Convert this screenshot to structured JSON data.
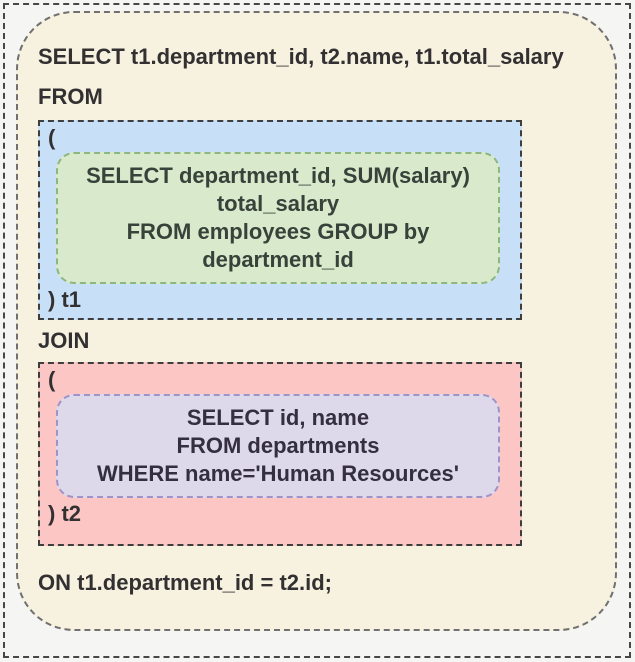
{
  "outer_query": {
    "select_line": "SELECT t1.department_id, t2.name, t1.total_salary",
    "from_keyword": "FROM",
    "join_keyword": "JOIN",
    "on_line": "ON t1.department_id = t2.id;"
  },
  "subquery_t1": {
    "open_paren": "(",
    "close_label": ") t1",
    "lines": [
      "SELECT department_id, SUM(salary)",
      "total_salary",
      "FROM employees GROUP by",
      "department_id"
    ]
  },
  "subquery_t2": {
    "open_paren": "(",
    "close_label": ") t2",
    "lines": [
      "SELECT id, name",
      "FROM departments",
      "WHERE name='Human Resources'"
    ]
  },
  "colors": {
    "page_background": "#f5f5f3",
    "canvas_background": "#f7f2e0",
    "t1_outer_background": "#c7e0f8",
    "t1_inner_background": "#d9e9cc",
    "t1_inner_border": "#8cb77e",
    "t2_outer_background": "#fcc6c5",
    "t2_inner_background": "#ded8eb",
    "t2_inner_border": "#a193c7",
    "dark_border": "#3e3e3e",
    "canvas_border": "#707070",
    "text": "#333032"
  }
}
